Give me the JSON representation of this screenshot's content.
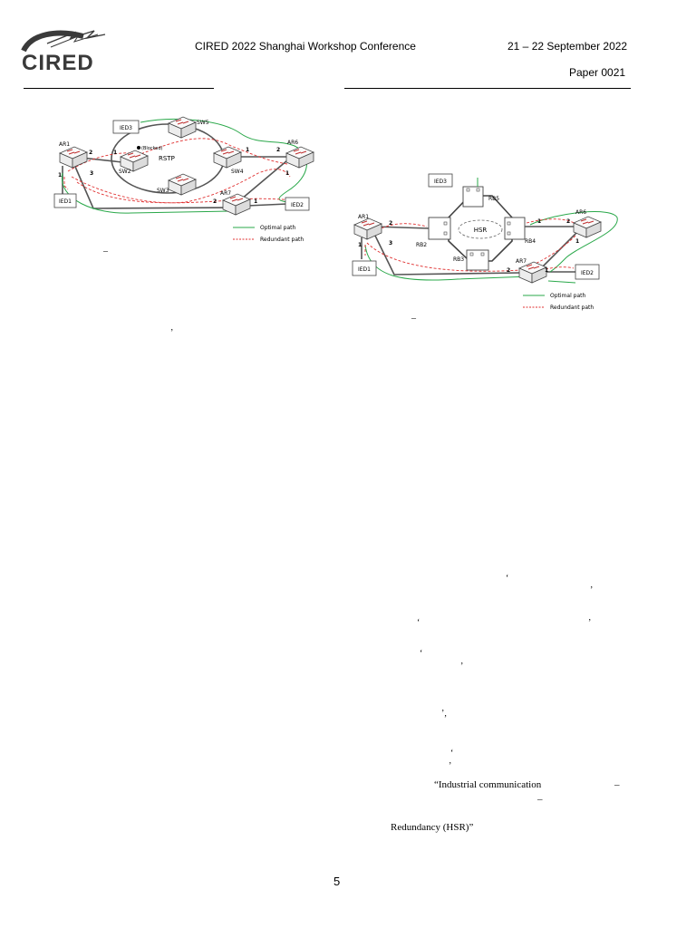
{
  "header": {
    "logo_text": "CIRED",
    "conference": "CIRED 2022 Shanghai Workshop Conference",
    "dates": "21 – 22 September 2022",
    "paper": "Paper 0021"
  },
  "figure_left": {
    "nodes": {
      "ied3": "IED3",
      "sw5": "SW5",
      "ar1": "AR1",
      "sw2": "SW2",
      "blocked": "(Blocked)",
      "rstp": "RSTP",
      "sw4": "SW4",
      "ar6": "AR6",
      "sw3": "SW3",
      "ar7": "AR7",
      "ied1": "IED1",
      "ied2": "IED2"
    },
    "port_labels": {
      "ar1_sw2": "2",
      "sw2_ar1": "1",
      "ar1_ied1": "1",
      "ar1_ar7": "3",
      "sw4_ar6": "1",
      "ar6_sw4": "2",
      "ar6_ar7": "1",
      "ar7_ar1": "2",
      "ar7_ied2": "1"
    },
    "legend": {
      "optimal": "Optimal path",
      "redundant": "Redundant path"
    },
    "caption_fragment": "–"
  },
  "figure_right": {
    "nodes": {
      "ied3": "IED3",
      "rb5": "RB5",
      "ar1": "AR1",
      "rb2": "RB2",
      "hsr": "HSR",
      "rb4": "RB4",
      "ar6": "AR6",
      "rb3": "RB3",
      "ar7": "AR7",
      "ied1": "IED1",
      "ied2": "IED2"
    },
    "port_labels": {
      "ar1_rb2": "2",
      "ar1_ied1": "1",
      "ar1_ar7": "3",
      "rb4_ar6": "1",
      "ar6_rb4": "2",
      "ar6_ar7": "1",
      "ar7_ar1": "2",
      "ar7_ied2": "1"
    },
    "legend": {
      "optimal": "Optimal path",
      "redundant": "Redundant path"
    },
    "caption_fragment": "–"
  },
  "text_fragments": {
    "left_mark": "’",
    "right_1": "‘",
    "right_2": "’",
    "right_3": "‘",
    "right_4": "’",
    "right_5": "‘",
    "right_6": "’",
    "right_7": "’,",
    "right_8": "‘",
    "right_9": "’",
    "ref_line_1": "“Industrial  communication",
    "ref_dash_1": "–",
    "ref_dash_2": "–",
    "ref_line_2": "Redundancy (HSR)”"
  },
  "page_number": "5",
  "colors": {
    "optimal": "#2aa84a",
    "redundant": "#e03030",
    "logo": "#3a3a3a"
  }
}
